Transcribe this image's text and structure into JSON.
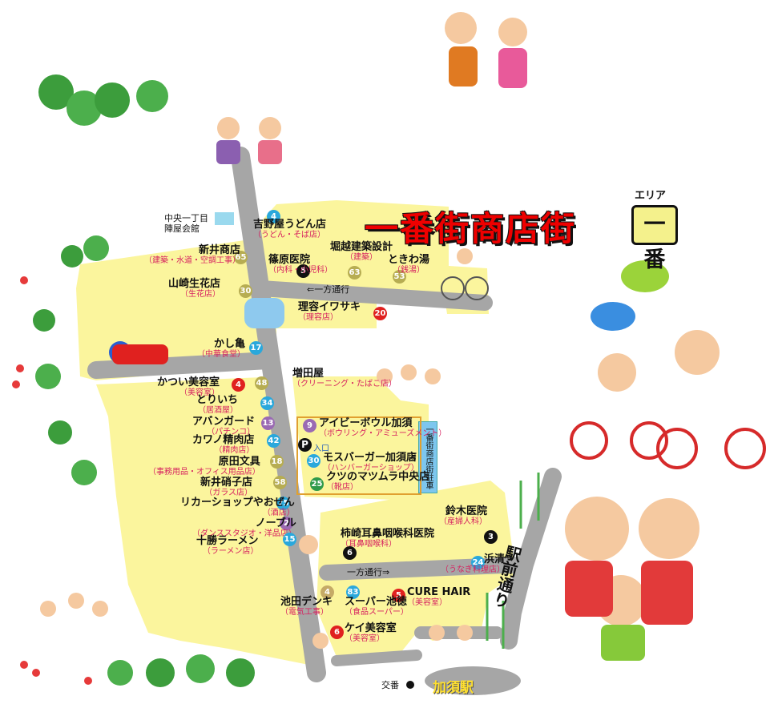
{
  "title": "一番街商店街",
  "area": {
    "label": "エリア",
    "value": "一番"
  },
  "colors": {
    "yellow": "#fbf59d",
    "road": "#a6a6a6",
    "title_red": "#ee0000",
    "category": "#d6205f"
  },
  "notes": {
    "oneway_top": "⇐一方通行",
    "oneway_bottom": "一方通行⇒",
    "station_street": "駅前通り",
    "station": "加須駅",
    "police_box": "交番",
    "parking": "一番街商店街駐車場",
    "parking_entry": "入口",
    "hall": "中央一丁目 陣屋会館"
  },
  "shops": [
    {
      "num": "4",
      "badge": "blue",
      "name": "吉野屋うどん店",
      "cat": "（うどん・そば店）"
    },
    {
      "num": "65",
      "badge": "olive",
      "name": "新井商店",
      "cat": "（建築・水道・空調工事）"
    },
    {
      "num": "5",
      "badge": "black",
      "name": "篠原医院",
      "cat": "（内科・小児科）"
    },
    {
      "num": "63",
      "badge": "olive",
      "name": "堀越建築設計",
      "cat": "（建築）"
    },
    {
      "num": "53",
      "badge": "olive",
      "name": "ときわ湯",
      "cat": "（銭湯）"
    },
    {
      "num": "30",
      "badge": "olive",
      "name": "山崎生花店",
      "cat": "（生花店）"
    },
    {
      "num": "20",
      "badge": "red",
      "name": "理容イワサキ",
      "cat": "（理容店）"
    },
    {
      "num": "17",
      "badge": "blue",
      "name": "かし亀",
      "cat": "（中華食堂）"
    },
    {
      "num": "4",
      "badge": "red",
      "name": "かつい美容室",
      "cat": "（美容室）"
    },
    {
      "num": "48",
      "badge": "olive",
      "name": "増田屋",
      "cat": "（クリーニング・たばこ店）"
    },
    {
      "num": "34",
      "badge": "blue",
      "name": "とりいち",
      "cat": "（居酒屋）"
    },
    {
      "num": "13",
      "badge": "purple",
      "name": "アバンガード",
      "cat": "（パチンコ）"
    },
    {
      "num": "42",
      "badge": "blue",
      "name": "カワノ精肉店",
      "cat": "（精肉店）"
    },
    {
      "num": "18",
      "badge": "olive",
      "name": "原田文具",
      "cat": "（事務用品・オフィス用品店）"
    },
    {
      "num": "58",
      "badge": "olive",
      "name": "新井硝子店",
      "cat": "（ガラス店）"
    },
    {
      "num": "75",
      "badge": "blue",
      "name": "リカーショップやおぜん",
      "cat": "（酒店）"
    },
    {
      "num": "2",
      "badge": "purple",
      "name": "ノーブル",
      "cat": "（ダンススタジオ・洋品店）"
    },
    {
      "num": "15",
      "badge": "blue",
      "name": "十勝ラーメン",
      "cat": "（ラーメン店）"
    },
    {
      "num": "9",
      "badge": "purple",
      "name": "アイビーボウル加須",
      "cat": "（ボウリング・アミューズメント）"
    },
    {
      "num": "30",
      "badge": "blue",
      "name": "モスバーガー加須店",
      "cat": "（ハンバーガーショップ）"
    },
    {
      "num": "25",
      "badge": "green",
      "name": "クツのマツムラ中央店",
      "cat": "（靴店）"
    },
    {
      "num": "3",
      "badge": "black",
      "name": "鈴木医院",
      "cat": "（産婦人科）"
    },
    {
      "num": "6",
      "badge": "black",
      "name": "柿崎耳鼻咽喉科医院",
      "cat": "（耳鼻咽喉科）"
    },
    {
      "num": "24",
      "badge": "blue",
      "name": "浜清",
      "cat": "（うなぎ料理店）"
    },
    {
      "num": "5",
      "badge": "red",
      "name": "CURE HAIR",
      "cat": "（美容室）"
    },
    {
      "num": "4",
      "badge": "tan",
      "name": "池田デンキ",
      "cat": "（電気工事）"
    },
    {
      "num": "83",
      "badge": "blue",
      "name": "スーパー池徳",
      "cat": "（食品スーパー）"
    },
    {
      "num": "6",
      "badge": "red",
      "name": "ケイ美容室",
      "cat": "（美容室）"
    }
  ]
}
